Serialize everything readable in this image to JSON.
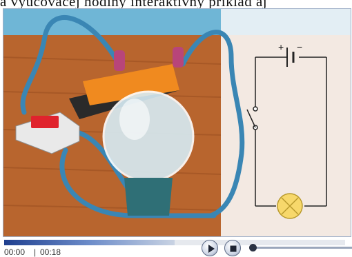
{
  "caption": {
    "text": "a vyučovacej hodiny interaktívny príklad aj"
  },
  "player": {
    "time_current": "00:00",
    "time_total": "00:18",
    "progress_fraction": 0.0,
    "buttons": {
      "play": "play-icon",
      "stop": "stop-icon"
    }
  },
  "circuit": {
    "battery_plus": "+",
    "battery_minus": "−"
  },
  "colors": {
    "wood": "#b8652e",
    "sky": "#6fb6d6",
    "cable": "#3a86b4",
    "battery_orange": "#f08a1f",
    "bulb_glass": "#d7ecf5",
    "switch_red": "#e0232d",
    "lamp_yellow": "#f7d86b"
  }
}
